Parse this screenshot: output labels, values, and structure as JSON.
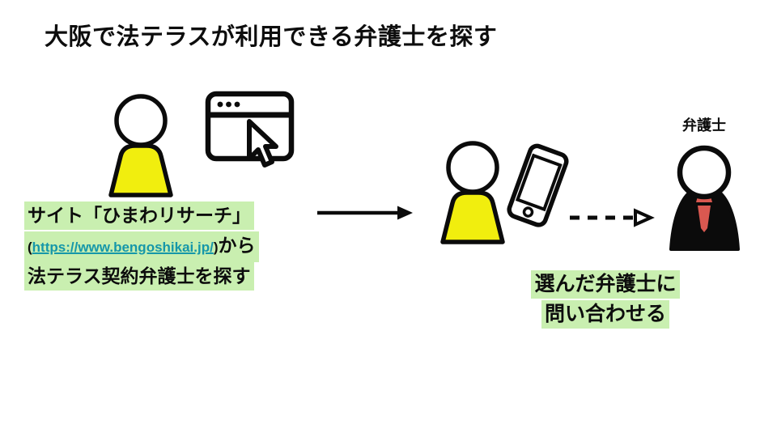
{
  "title": "大阪で法テラスが利用できる弁護士を探す",
  "colors": {
    "highlight": "#c9efb0",
    "figure-yellow": "#f1ee0e",
    "tie-red": "#d95850",
    "link-teal": "#1697a9",
    "ink": "#0d0d0d"
  },
  "step1": {
    "caption_line1": "サイト「ひまわリサーチ」",
    "open_paren": "(",
    "url": "https://www.bengoshikai.jp/",
    "close_paren": ")",
    "suffix": "から",
    "caption_line3": "法テラス契約弁護士を探す"
  },
  "step2": {
    "caption_line1": "選んだ弁護士に",
    "caption_line2": "問い合わせる"
  },
  "lawyer": {
    "label": "弁護士"
  },
  "icons": {
    "person": "person-icon",
    "browser": "browser-window-cursor-icon",
    "smartphone": "smartphone-icon",
    "lawyer": "lawyer-person-icon",
    "solid_arrow": "arrow-right-icon",
    "dashed_arrow": "dashed-arrow-right-icon"
  }
}
